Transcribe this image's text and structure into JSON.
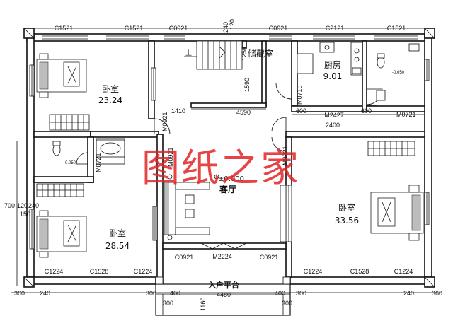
{
  "rooms": {
    "bedroom_nw": {
      "name": "卧室",
      "area": "23.24"
    },
    "storage": {
      "name": "储藏室"
    },
    "kitchen": {
      "name": "厨房",
      "area": "9.01"
    },
    "living": {
      "name": "客厅",
      "level": "±0.000"
    },
    "bedroom_e": {
      "name": "卧室",
      "area": "33.56"
    },
    "bedroom_sw": {
      "name": "卧室",
      "area": "28.54"
    },
    "porch": {
      "name": "入户平台"
    }
  },
  "watermark": "图纸之家",
  "windows": {
    "top": [
      "C1521",
      "C1521",
      "C0921",
      "C0921",
      "C2121",
      "C1521"
    ],
    "bottom": [
      "C1224",
      "C1528",
      "C1224",
      "C0921",
      "C0921",
      "C1224",
      "C1528",
      "C1224"
    ]
  },
  "doors": {
    "m0921_left": "M0921",
    "m0721_bath": "M0721",
    "m0921_mid": "M0921",
    "m0718": "M0718",
    "m0721_right": "M0721",
    "m2427": "M2427",
    "m2224": "M2224"
  },
  "dimensions": {
    "top_240": "240",
    "top_120": "120",
    "stair_1250": "1250",
    "stair_1590": "1590",
    "d4590": "4590",
    "d1410": "1410",
    "d600a": "600",
    "d600b": "600",
    "d2400": "2400",
    "left_700": "700",
    "left_120": "120",
    "left_240": "240",
    "left_150": "150",
    "b360_left": "360",
    "b240_left": "240",
    "b300_left": "300",
    "b400_left": "400",
    "d4480": "4480",
    "b400_right": "400",
    "b300_right": "300",
    "b240_right": "240",
    "b360_right": "360",
    "b300_low_left": "300",
    "b300_low_right": "300",
    "d1160": "1160",
    "bath_level_left": "-0.050",
    "bath_level_right": "-0.050"
  },
  "labels": {
    "up_arrow": "上"
  }
}
